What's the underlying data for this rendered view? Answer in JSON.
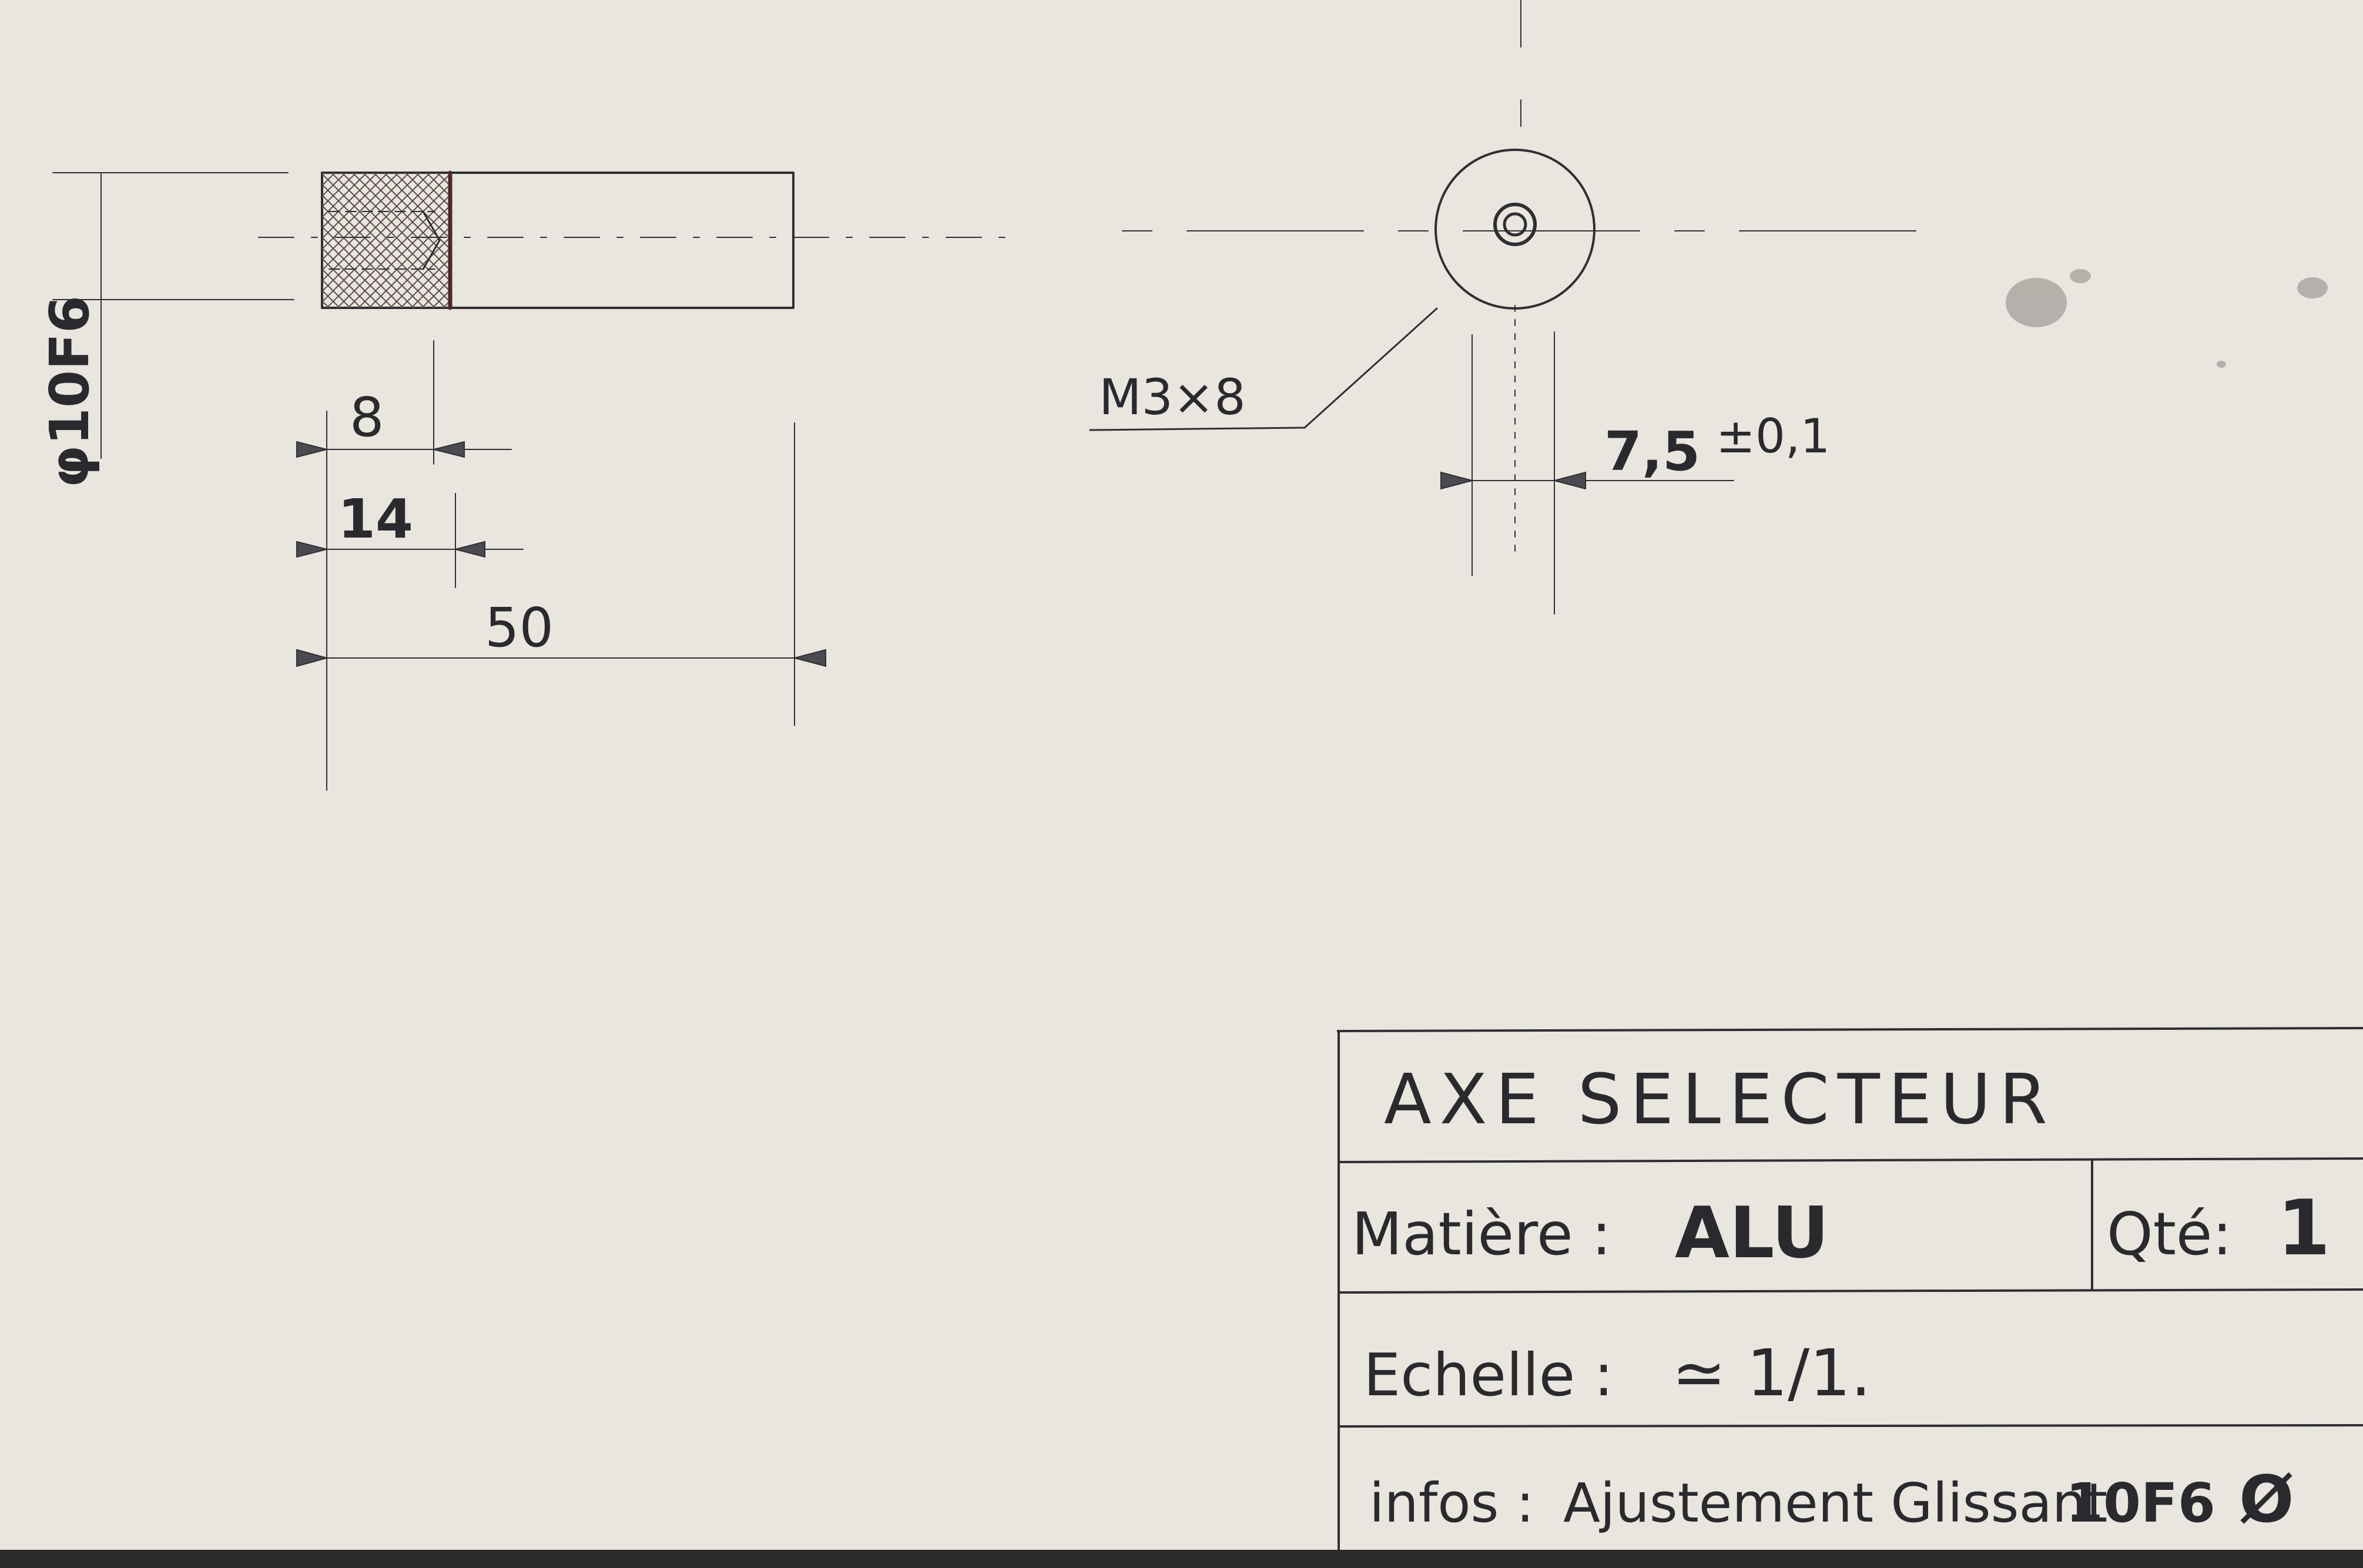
{
  "front_view": {
    "diameter_label": "φ10F6",
    "dim_thread_depth": "8",
    "dim_tap_depth": "14",
    "dim_total_length": "50"
  },
  "side_view": {
    "thread_callout": "M3×8",
    "flat_dimension": "7,5",
    "flat_tolerance": "±0,1"
  },
  "title_block": {
    "title": "AXE SELECTEUR",
    "material_label": "Matière :",
    "material_value": "ALU",
    "quantity_label": "Qté:",
    "quantity_value": "1",
    "scale_label": "Echelle :",
    "scale_value": "≃ 1/1.",
    "info_label": "infos :",
    "info_value": "Ajustement Glissant",
    "info_fit": "10F6",
    "info_symbol": "Ø"
  }
}
